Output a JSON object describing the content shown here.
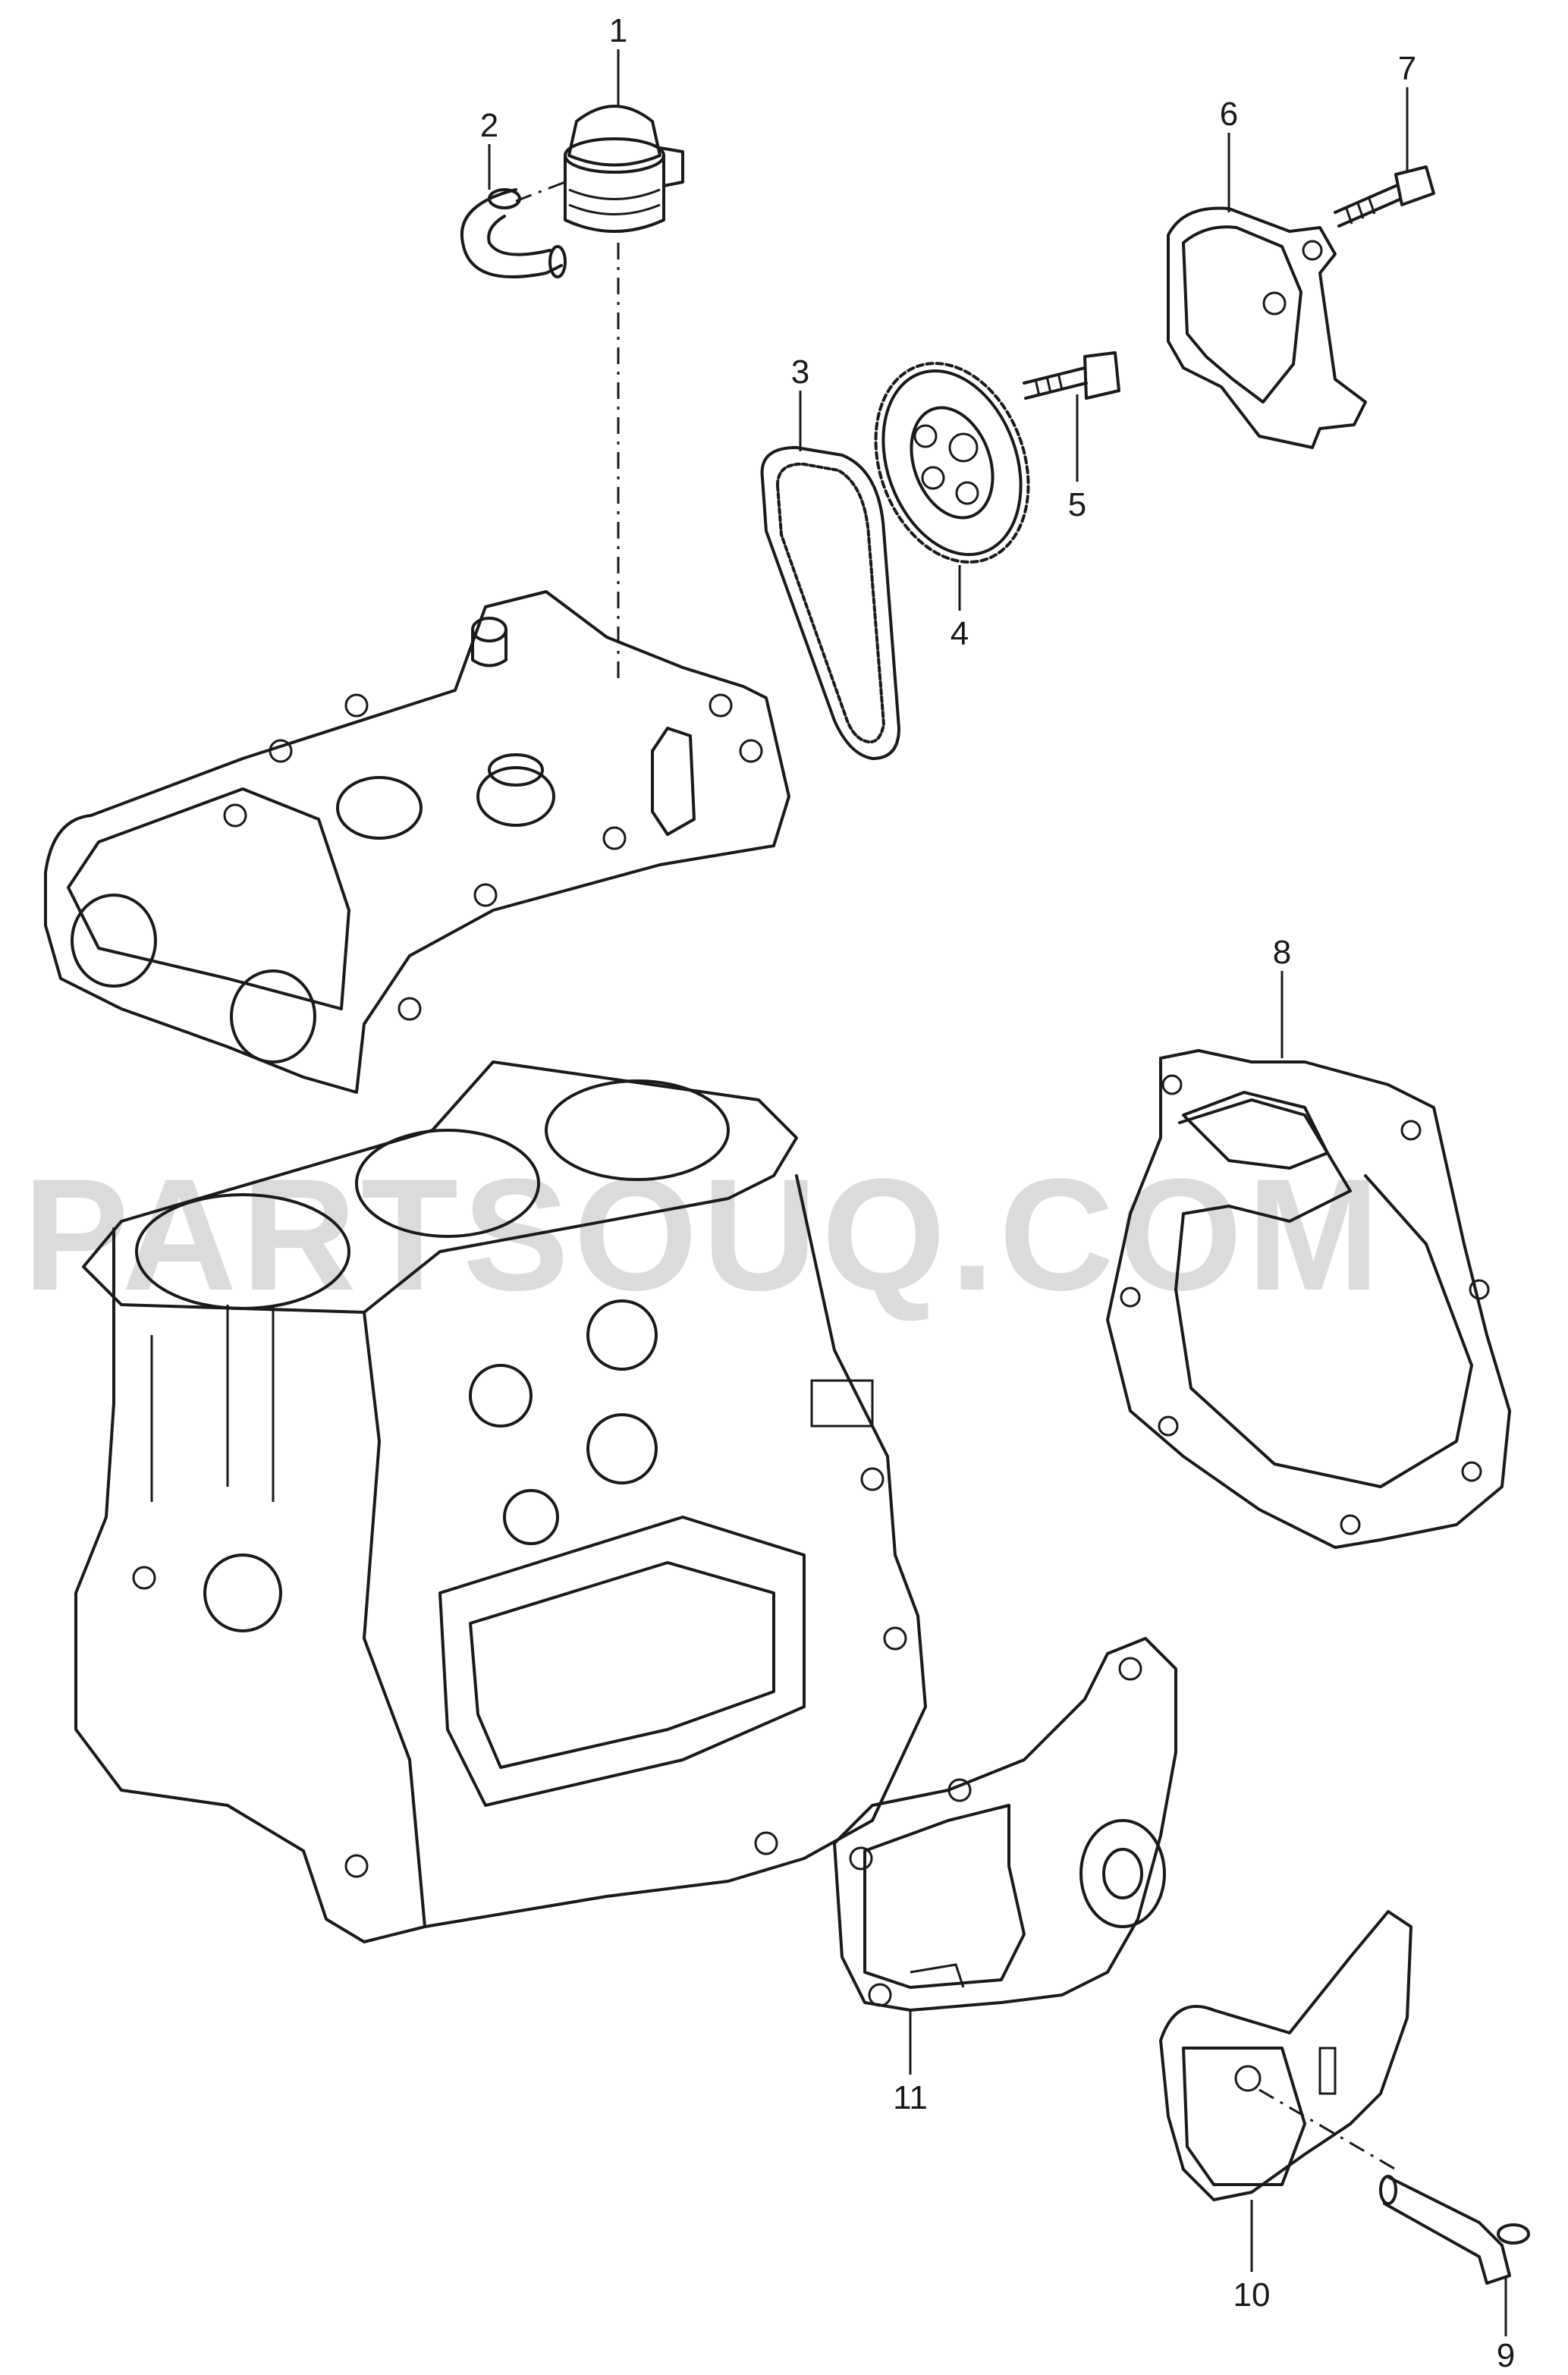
{
  "watermark": "PARTSOUQ.COM",
  "callouts": [
    {
      "id": "1",
      "label": "1"
    },
    {
      "id": "2",
      "label": "2"
    },
    {
      "id": "3",
      "label": "3"
    },
    {
      "id": "4",
      "label": "4"
    },
    {
      "id": "5",
      "label": "5"
    },
    {
      "id": "6",
      "label": "6"
    },
    {
      "id": "7",
      "label": "7"
    },
    {
      "id": "8",
      "label": "8"
    },
    {
      "id": "9",
      "label": "9"
    },
    {
      "id": "10",
      "label": "10"
    },
    {
      "id": "11",
      "label": "11"
    }
  ]
}
